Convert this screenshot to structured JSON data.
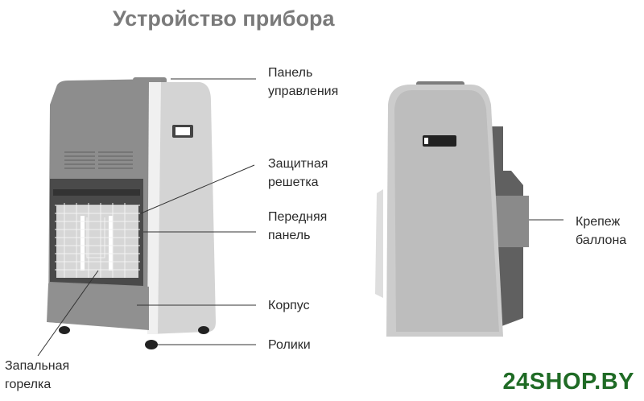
{
  "title": "Устройство прибора",
  "labels": {
    "control_panel": [
      "Панель",
      "управления"
    ],
    "guard": [
      "Защитная",
      "решетка"
    ],
    "front_panel": [
      "Передняя",
      "панель"
    ],
    "body": "Корпус",
    "wheels": "Ролики",
    "pilot_burner": [
      "Запальная",
      "горелка"
    ],
    "cylinder_mount": [
      "Крепеж",
      "баллона"
    ]
  },
  "logo": "24SHOP.BY",
  "colors": {
    "logo": "#1f6b25",
    "title": "#7a7a7a"
  }
}
